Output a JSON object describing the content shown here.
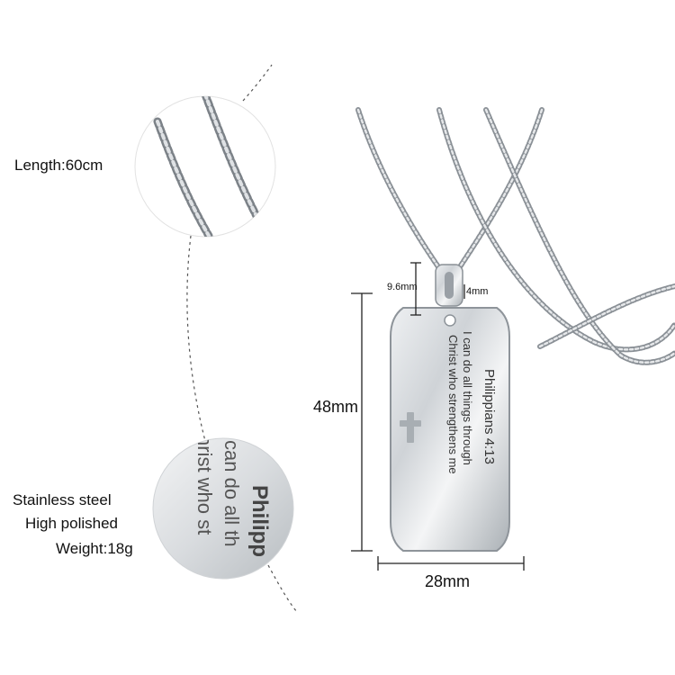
{
  "specs": {
    "length": "Length:60cm",
    "material": "Stainless steel",
    "finish": "High polished",
    "weight": "Weight:18g"
  },
  "dimensions": {
    "height": "48mm",
    "width": "28mm",
    "bail_height": "9.6mm",
    "bail_width": "4mm"
  },
  "engraving": {
    "reference": "Philippians 4:13",
    "line1": "I can do all things through",
    "line2": "Christ who strengthens me"
  },
  "closeup": {
    "line1": "Philipp",
    "line2": "can do all th",
    "line3": "hrist who st"
  },
  "colors": {
    "steel": "#c9cdd1",
    "steel_dark": "#8a9096",
    "text": "#111111"
  }
}
